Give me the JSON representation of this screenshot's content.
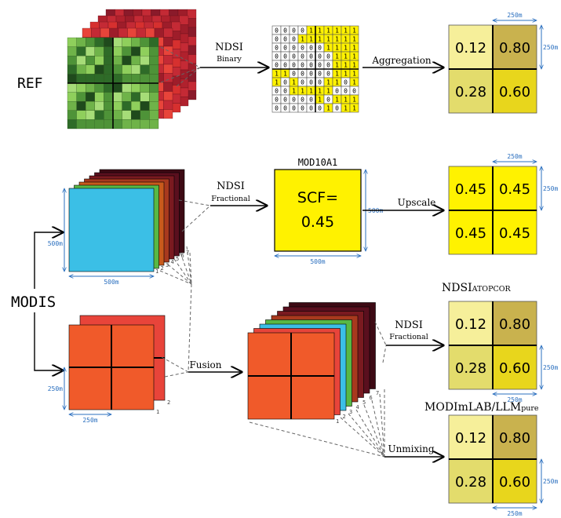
{
  "labels": {
    "ref": "REF",
    "modis": "MODIS",
    "ndsi_binary_top": "NDSI",
    "ndsi_binary_sub": "Binary",
    "ndsi_frac_top": "NDSI",
    "ndsi_frac_sub": "Fractional",
    "ndsi_frac2_top": "NDSI",
    "ndsi_frac2_sub": "Fractional",
    "aggregation": "Aggregation",
    "upscale": "Upscale",
    "fusion": "Fusion",
    "unmixing": "Unmixing",
    "mod10a1": "MOD10A1",
    "scf_line1": "SCF=",
    "scf_line2": "0.45",
    "ndsi_atop_main": "NDSI",
    "ndsi_atop_sub": "ATOPCOR",
    "modimlab_main": "MODImLAB/LLM",
    "modimlab_sub": "pure"
  },
  "dims": {
    "m250": "250m",
    "m500": "500m"
  },
  "band_numbers": [
    "1",
    "2",
    "3",
    "4",
    "5",
    "6",
    "7"
  ],
  "binary_matrix": [
    [
      "0",
      "0",
      "0",
      "0",
      "1",
      "1",
      "1",
      "1",
      "1",
      "1"
    ],
    [
      "0",
      "0",
      "0",
      "1",
      "1",
      "1",
      "1",
      "1",
      "1",
      "1"
    ],
    [
      "0",
      "0",
      "0",
      "0",
      "0",
      "0",
      "1",
      "1",
      "1",
      "1"
    ],
    [
      "0",
      "0",
      "0",
      "0",
      "0",
      "0",
      "0",
      "1",
      "1",
      "1"
    ],
    [
      "0",
      "0",
      "0",
      "0",
      "0",
      "0",
      "0",
      "1",
      "1",
      "1"
    ],
    [
      "1",
      "1",
      "0",
      "0",
      "0",
      "0",
      "0",
      "1",
      "1",
      "1"
    ],
    [
      "1",
      "0",
      "1",
      "0",
      "0",
      "0",
      "1",
      "1",
      "0",
      "1"
    ],
    [
      "0",
      "0",
      "1",
      "1",
      "1",
      "1",
      "1",
      "0",
      "0",
      "0"
    ],
    [
      "0",
      "0",
      "0",
      "0",
      "0",
      "1",
      "0",
      "1",
      "1",
      "1"
    ],
    [
      "0",
      "0",
      "0",
      "0",
      "0",
      "0",
      "1",
      "0",
      "1",
      "1"
    ]
  ],
  "grids": {
    "aggregation": [
      "0.12",
      "0.80",
      "0.28",
      "0.60"
    ],
    "upscale": [
      "0.45",
      "0.45",
      "0.45",
      "0.45"
    ],
    "atopcor": [
      "0.12",
      "0.80",
      "0.28",
      "0.60"
    ],
    "modimlab": [
      "0.12",
      "0.80",
      "0.28",
      "0.60"
    ]
  },
  "colors": {
    "green_stack": "#7ab84a",
    "red_stack": "#e8443a",
    "modis_cyan": "#3bbfe6",
    "modis_green": "#58b845",
    "modis_orange": "#f05a2a",
    "yellow_bright": "#fff200",
    "yellow_light": "#f6ef9a",
    "olive": "#c9b24e",
    "dim_blue": "#2a6fbf"
  }
}
